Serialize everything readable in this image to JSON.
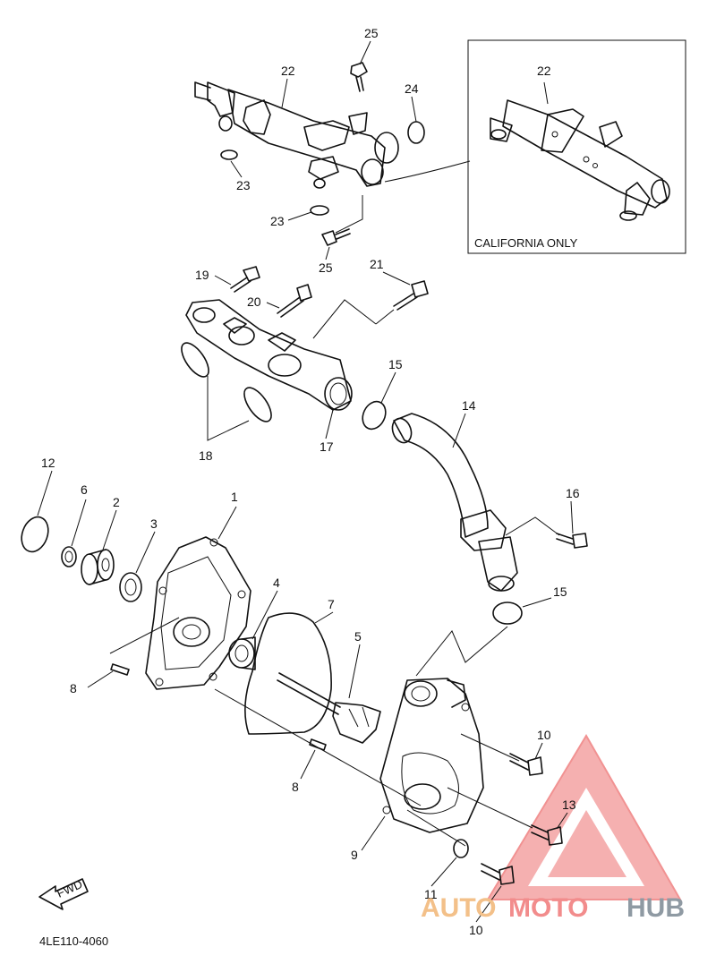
{
  "diagram": {
    "inset_label": "CALIFORNIA ONLY",
    "drawing_code": "4LE110-4060",
    "fwd_label": "FWD",
    "callouts": {
      "c25a": "25",
      "c22a": "22",
      "c24": "24",
      "c23a": "23",
      "c23b": "23",
      "c25b": "25",
      "c22b": "22",
      "c19": "19",
      "c20": "20",
      "c21": "21",
      "c15a": "15",
      "c14": "14",
      "c17": "17",
      "c18": "18",
      "c12": "12",
      "c6": "6",
      "c2": "2",
      "c3": "3",
      "c1": "1",
      "c16": "16",
      "c4": "4",
      "c7": "7",
      "c5": "5",
      "c15b": "15",
      "c8a": "8",
      "c8b": "8",
      "c10a": "10",
      "c13": "13",
      "c9": "9",
      "c11": "11",
      "c10b": "10"
    }
  },
  "watermark": {
    "auto": "AUTO",
    "moto": "MOTO",
    "hub": "HUB",
    "colors": {
      "triangle": "#f28c8c",
      "auto": "#f3c089",
      "hub": "#8f9aa3"
    }
  }
}
